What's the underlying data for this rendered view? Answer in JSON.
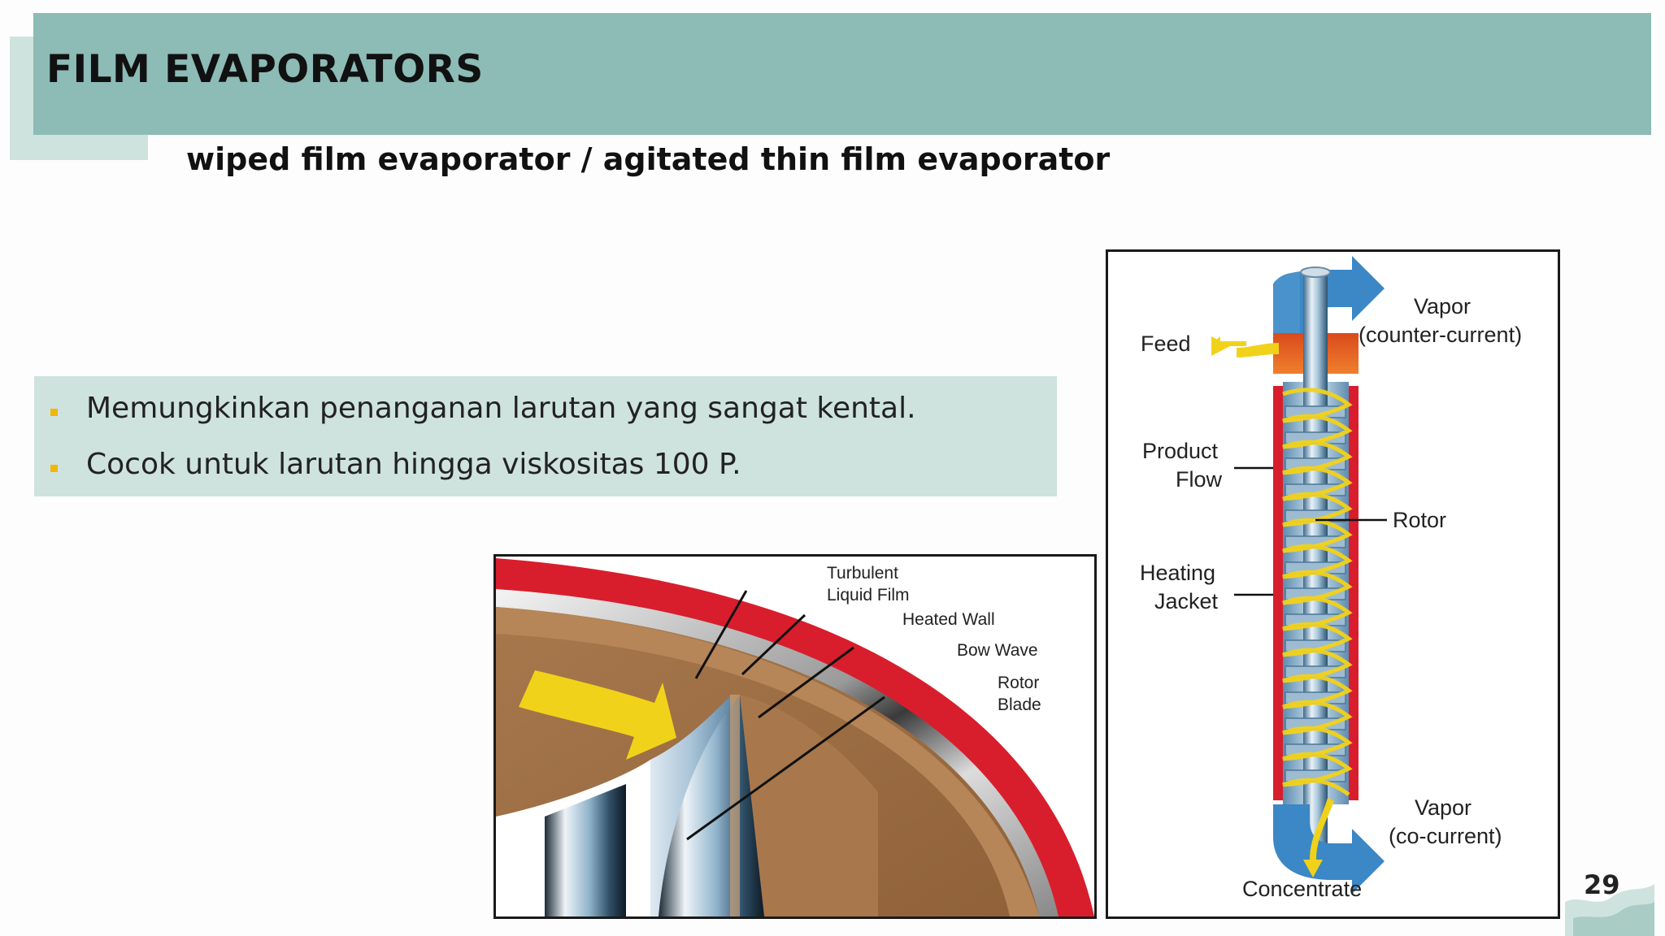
{
  "slide": {
    "title": "FILM EVAPORATORS",
    "subtitle": "wiped film evaporator / agitated thin film evaporator",
    "bullets": [
      "Memungkinkan penanganan larutan yang sangat kental.",
      "Cocok untuk larutan hingga viskositas 100 P."
    ],
    "page_number": "29"
  },
  "figure_blade": {
    "label_turbulent_1": "Turbulent",
    "label_turbulent_2": "Liquid Film",
    "label_heated_wall": "Heated Wall",
    "label_bow_wave": "Bow Wave",
    "label_rotor_1": "Rotor",
    "label_rotor_2": "Blade"
  },
  "figure_column": {
    "label_feed": "Feed",
    "label_vapor_top_1": "Vapor",
    "label_vapor_top_2": "(counter-current)",
    "label_product_1": "Product",
    "label_product_2": "Flow",
    "label_rotor": "Rotor",
    "label_heating_1": "Heating",
    "label_heating_2": "Jacket",
    "label_vapor_bottom_1": "Vapor",
    "label_vapor_bottom_2": "(co-current)",
    "label_concentrate": "Concentrate"
  },
  "colors": {
    "title_bar": "#8dbbb6",
    "accent_light": "#cfe3de",
    "bullet_marker": "#f2b705",
    "heated_wall_red": "#d81e2c",
    "liquid_film_brown": "#a87a50",
    "arrow_yellow": "#f1d21a",
    "vapor_blue": "#3c87c6"
  }
}
